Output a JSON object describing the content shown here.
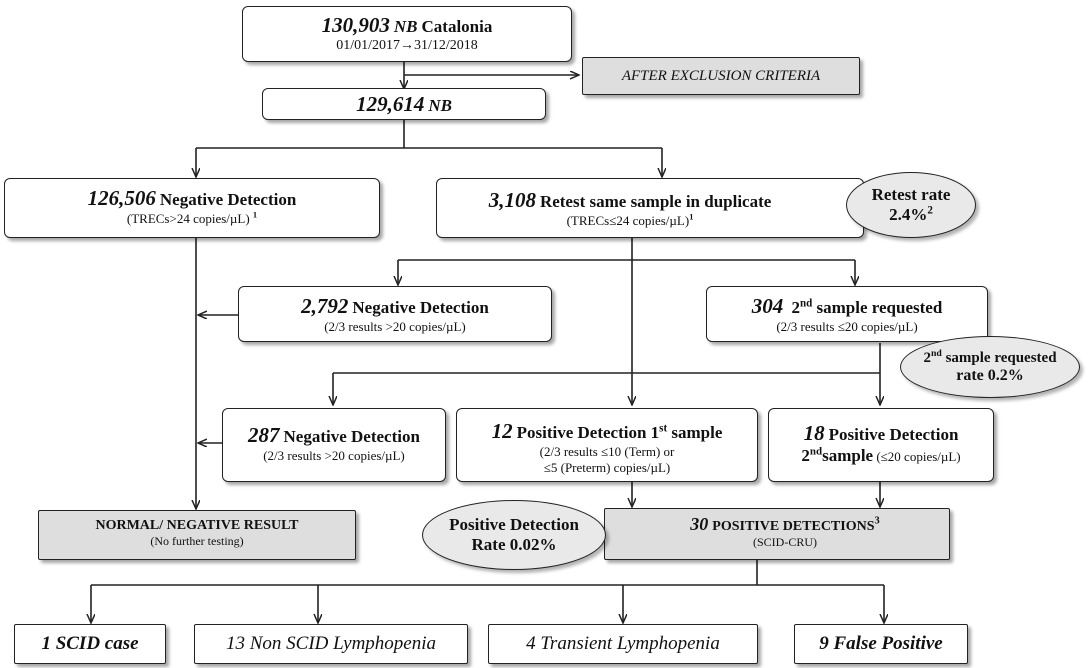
{
  "top": {
    "count": "130,903",
    "label_nb": "NB",
    "region": "Catalonia",
    "period": "01/01/2017→31/12/2018"
  },
  "exclusion": "AFTER EXCLUSION CRITERIA",
  "after": {
    "count": "129,614",
    "label_nb": "NB"
  },
  "neg1": {
    "count": "126,506",
    "label": "Negative Detection",
    "detail": "(TRECs>24 copies/µL)",
    "note": "1"
  },
  "retest": {
    "count": "3,108",
    "label": "Retest same sample in duplicate",
    "detail": "(TRECs≤24 copies/µL)",
    "note": "1"
  },
  "retest_rate": {
    "label": "Retest rate",
    "value": "2.4%",
    "note": "2"
  },
  "neg2": {
    "count": "2,792",
    "label": "Negative Detection",
    "detail": "(2/3 results  >20 copies/µL)"
  },
  "second_req": {
    "count": "304",
    "label_pre": "2",
    "label_sup": "nd",
    "label_post": " sample requested",
    "detail": "(2/3 results  ≤20 copies/µL)"
  },
  "second_rate": {
    "line1_pre": "2",
    "line1_sup": "nd",
    "line1_post": " sample requested",
    "line2": "rate 0.2%"
  },
  "neg3": {
    "count": "287",
    "label": "Negative Detection",
    "detail": "(2/3 results >20 copies/µL)"
  },
  "pos1": {
    "count": "12",
    "label_pre": "Positive Detection 1",
    "label_sup": "st",
    "label_post": " sample",
    "detail1": "(2/3 results ≤10 (Term) or",
    "detail2": "≤5 (Preterm) copies/µL)"
  },
  "pos2": {
    "count": "18",
    "label": "Positive Detection",
    "line2_pre": "2",
    "line2_sup": "nd",
    "line2_bold": "sample",
    "line2_detail": " (≤20 copies/µL)"
  },
  "normal": {
    "title": "NORMAL/ NEGATIVE RESULT",
    "detail": "(No further testing)"
  },
  "pos_rate": {
    "line1": "Positive Detection",
    "line2": "Rate 0.02%"
  },
  "positives": {
    "count": "30",
    "label": "POSITIVE DETECTIONS",
    "note": "3",
    "detail": "(SCID-CRU)"
  },
  "outcomes": [
    {
      "label": "1 SCID case"
    },
    {
      "label": "13 Non SCID Lymphopenia"
    },
    {
      "label": "4 Transient Lymphopenia"
    },
    {
      "label": "9 False Positive"
    }
  ]
}
